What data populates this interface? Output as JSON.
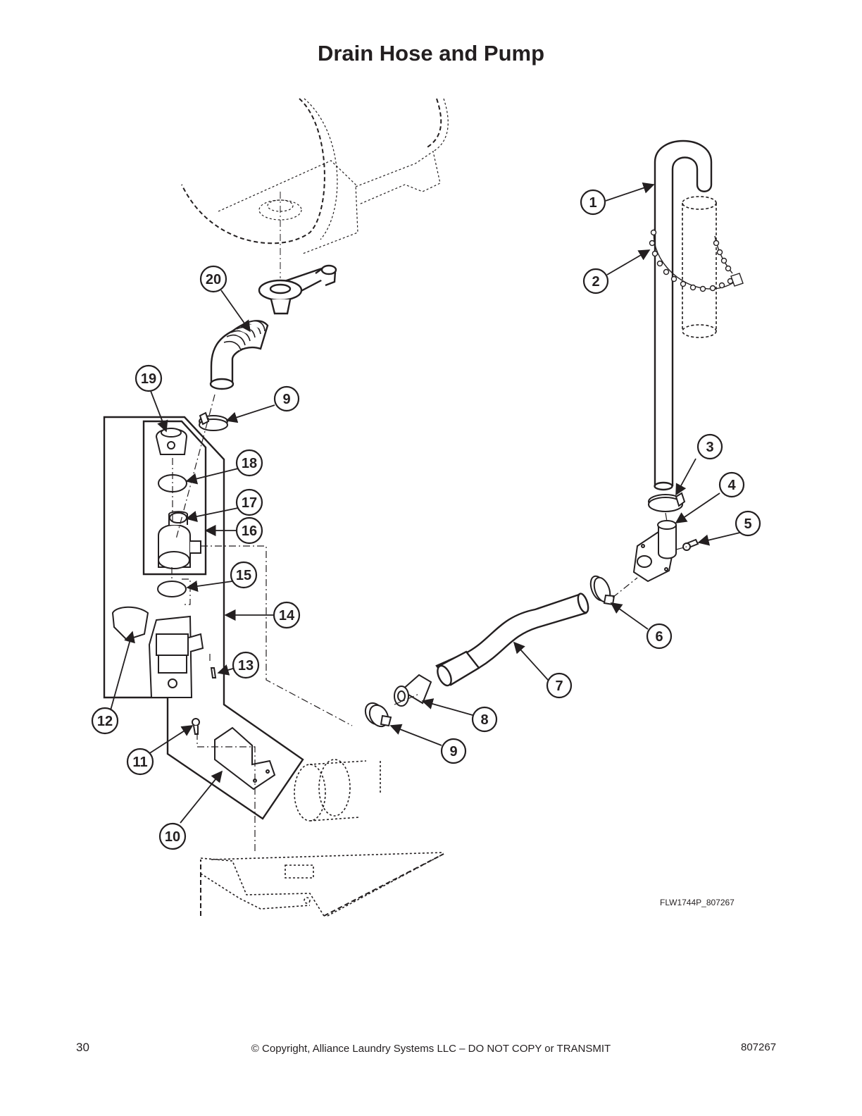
{
  "page": {
    "title": "Drain Hose and Pump",
    "drawing_code": "FLW1744P_807267",
    "page_number": "30",
    "copyright": "© Copyright, Alliance Laundry Systems LLC – DO NOT COPY or TRANSMIT",
    "document_number": "807267"
  },
  "callouts": [
    {
      "id": "c1",
      "label": "1"
    },
    {
      "id": "c2",
      "label": "2"
    },
    {
      "id": "c3",
      "label": "3"
    },
    {
      "id": "c4",
      "label": "4"
    },
    {
      "id": "c5",
      "label": "5"
    },
    {
      "id": "c6",
      "label": "6"
    },
    {
      "id": "c7",
      "label": "7"
    },
    {
      "id": "c8",
      "label": "8"
    },
    {
      "id": "c9a",
      "label": "9"
    },
    {
      "id": "c9b",
      "label": "9"
    },
    {
      "id": "c10",
      "label": "10"
    },
    {
      "id": "c11",
      "label": "11"
    },
    {
      "id": "c12",
      "label": "12"
    },
    {
      "id": "c13",
      "label": "13"
    },
    {
      "id": "c14",
      "label": "14"
    },
    {
      "id": "c15",
      "label": "15"
    },
    {
      "id": "c16",
      "label": "16"
    },
    {
      "id": "c17",
      "label": "17"
    },
    {
      "id": "c18",
      "label": "18"
    },
    {
      "id": "c19",
      "label": "19"
    },
    {
      "id": "c20",
      "label": "20"
    }
  ]
}
